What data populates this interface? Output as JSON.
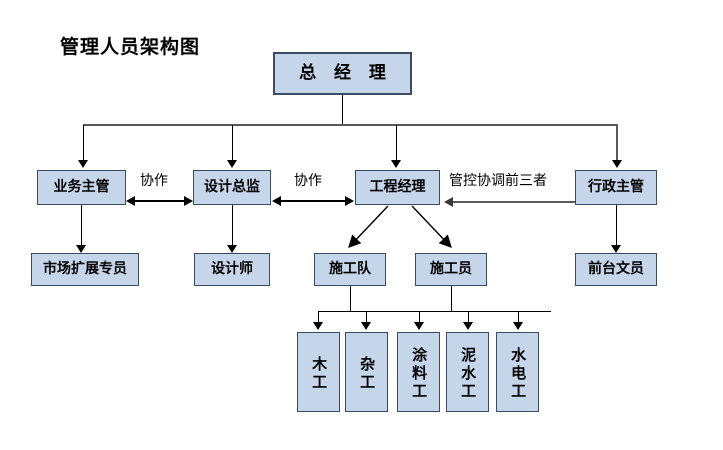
{
  "title": "管理人员架构图",
  "theme": {
    "box_fill": "#c5d5ea",
    "box_border": "#3b4b63",
    "connector": "#000000",
    "connector_gray": "#5a5a5a",
    "background": "#ffffff"
  },
  "nodes": {
    "root": {
      "label": "总 经 理"
    },
    "level2": [
      {
        "key": "business",
        "label": "业务主管"
      },
      {
        "key": "design_director",
        "label": "设计总监"
      },
      {
        "key": "engineering_manager",
        "label": "工程经理"
      },
      {
        "key": "admin",
        "label": "行政主管"
      }
    ],
    "level3": [
      {
        "key": "market_specialist",
        "label": "市场扩展专员"
      },
      {
        "key": "designer",
        "label": "设计师"
      },
      {
        "key": "construction_team",
        "label": "施工队"
      },
      {
        "key": "construction_staff",
        "label": "施工员"
      },
      {
        "key": "receptionist",
        "label": "前台文员"
      }
    ],
    "level4": [
      {
        "key": "carpenter",
        "label": "木工"
      },
      {
        "key": "handyman",
        "label": "杂工"
      },
      {
        "key": "painter",
        "label": "涂料工"
      },
      {
        "key": "mason",
        "label": "泥水工"
      },
      {
        "key": "electrician",
        "label": "水电工"
      }
    ]
  },
  "edge_labels": [
    {
      "key": "collab_1",
      "label": "协作"
    },
    {
      "key": "collab_2",
      "label": "协作"
    },
    {
      "key": "control",
      "label": "管控协调前三者"
    }
  ]
}
